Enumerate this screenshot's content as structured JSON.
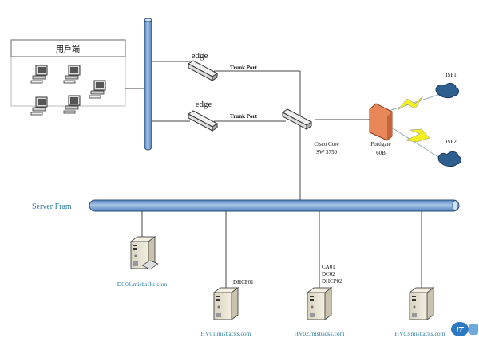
{
  "clients": {
    "title": "用戶端"
  },
  "edge_switches": [
    {
      "label": "edge",
      "link_label": "Trunk Port"
    },
    {
      "label": "edge",
      "link_label": "Trunk Port"
    }
  ],
  "core_switch": {
    "line1": "Cisco Core",
    "line2": "SW 3750"
  },
  "firewall": {
    "line1": "Fortigate",
    "line2": "60B"
  },
  "isps": [
    {
      "label": "ISP1"
    },
    {
      "label": "ISP2"
    }
  ],
  "server_farm": {
    "label": "Server Fram"
  },
  "servers": [
    {
      "name": "DC01.misbacks.com",
      "roles": []
    },
    {
      "name": "HV01.misbacks.com",
      "roles": [
        "DHCP01"
      ]
    },
    {
      "name": "HV02.misbacks.com",
      "roles": [
        "CA01",
        "DC02",
        "DHCP02"
      ]
    },
    {
      "name": "HV03.misbacks.com",
      "roles": []
    }
  ],
  "colors": {
    "pipe": "#7ea6d3",
    "label_blue": "#2d7d9a",
    "firewall": "#e8875a",
    "lightning": "#f5f020",
    "cloud": "#2f5f8f"
  }
}
